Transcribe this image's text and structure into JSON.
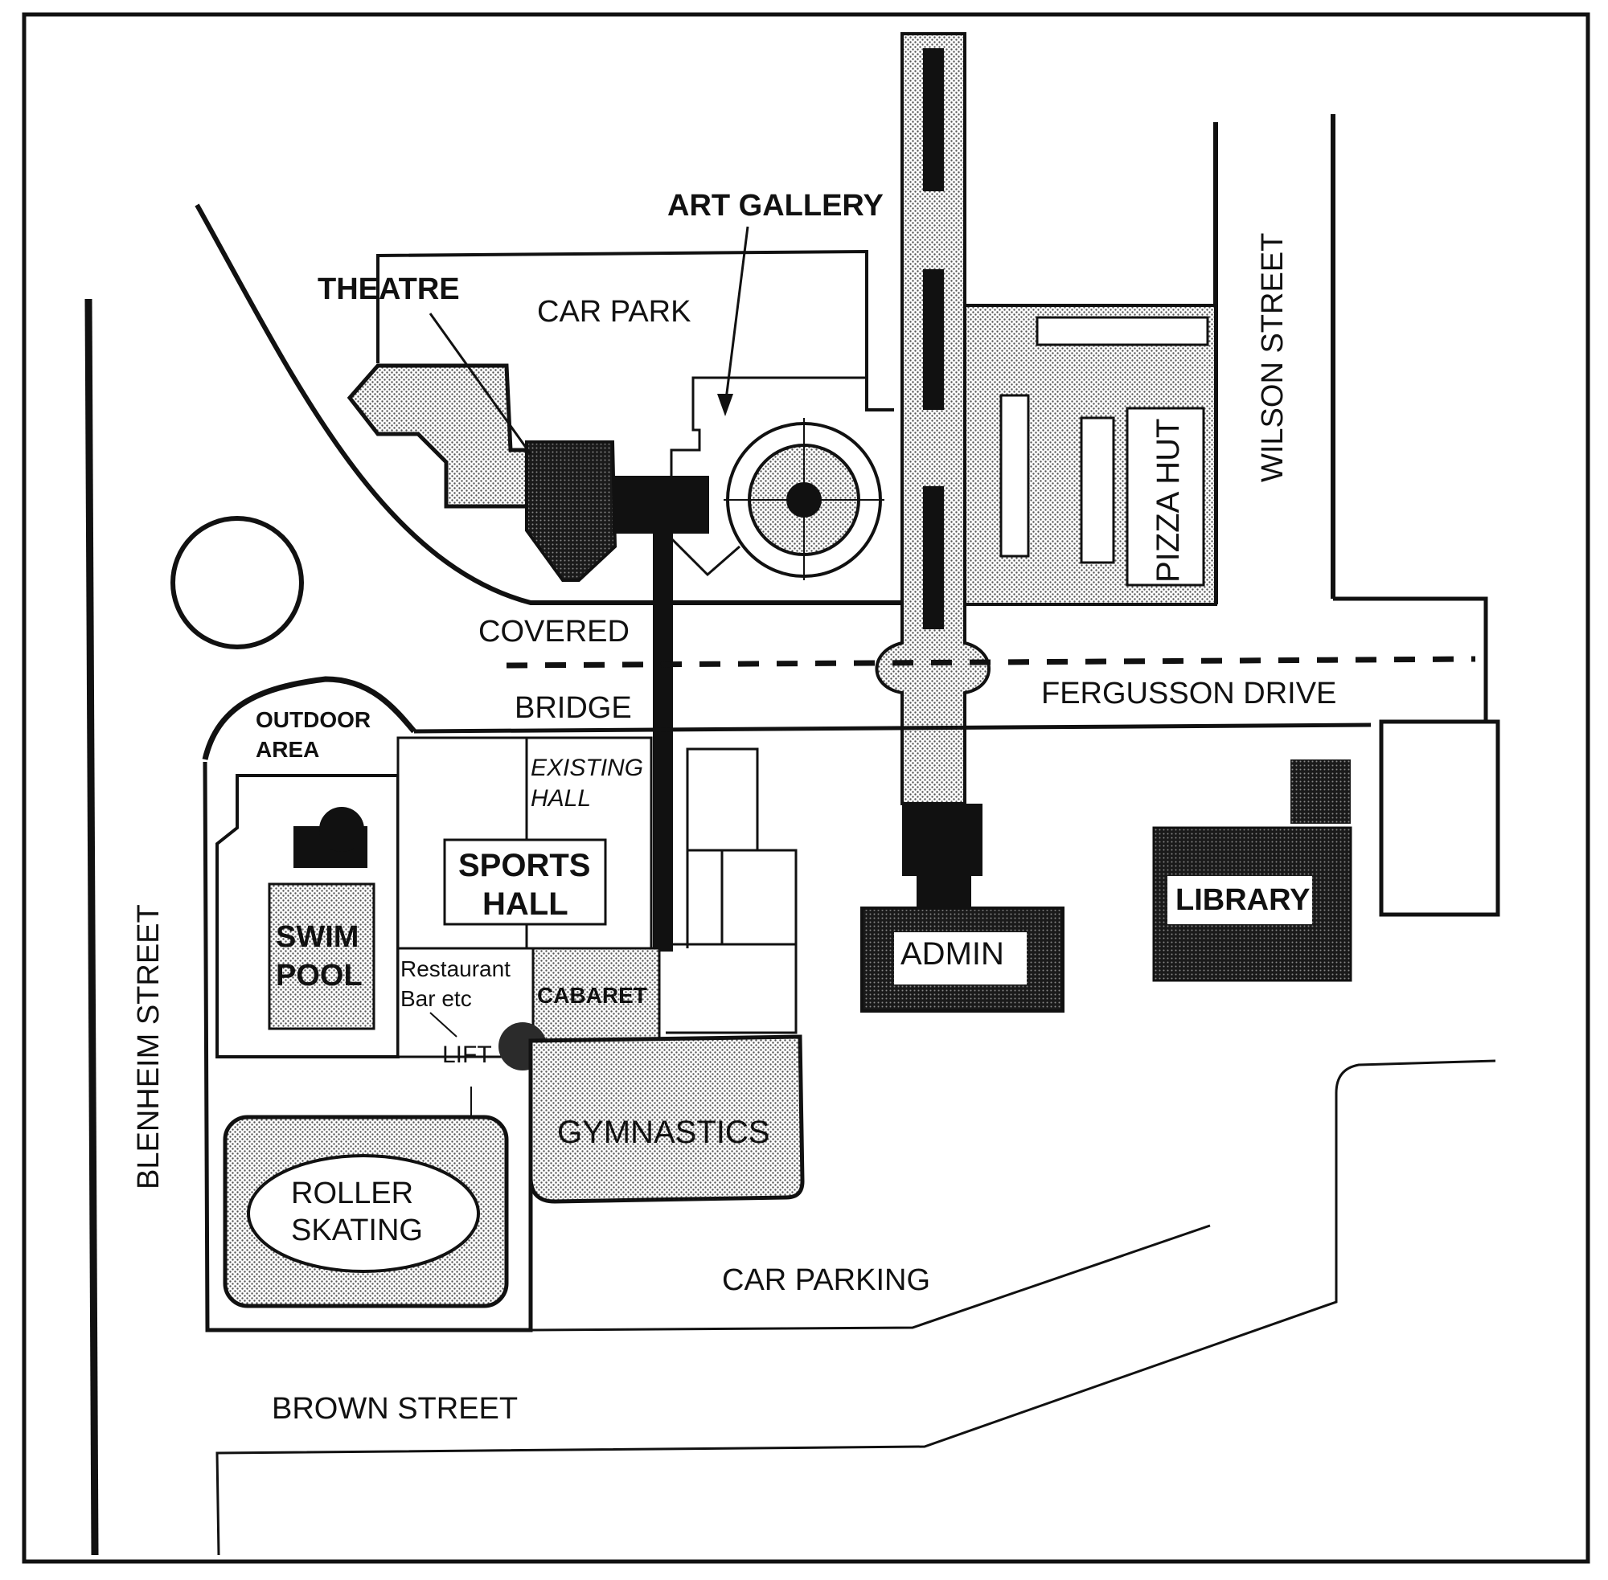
{
  "colors": {
    "ink": "#111111",
    "dot_fill": "#c9c9c9",
    "dark_dot": "#3a3a3a",
    "paper": "#ffffff"
  },
  "labels": {
    "art_gallery": "ART GALLERY",
    "theatre": "THEATRE",
    "car_park": "CAR PARK",
    "wilson_street": "WILSON STREET",
    "pizza_hut": "PIZZA HUT",
    "covered": "COVERED",
    "bridge": "BRIDGE",
    "fergusson_drive": "FERGUSSON DRIVE",
    "outdoor_area_1": "OUTDOOR",
    "outdoor_area_2": "AREA",
    "existing_hall_1": "EXISTING",
    "existing_hall_2": "HALL",
    "sports_hall_1": "SPORTS",
    "sports_hall_2": "HALL",
    "swim_pool_1": "SWIM",
    "swim_pool_2": "POOL",
    "restaurant_1": "Restaurant",
    "restaurant_2": "Bar etc",
    "cabaret": "CABARET",
    "lift": "LIFT",
    "admin": "ADMIN",
    "library": "LIBRARY",
    "blenheim_street": "BLENHEIM STREET",
    "gymnastics": "GYMNASTICS",
    "roller_skating_1": "ROLLER",
    "roller_skating_2": "SKATING",
    "car_parking": "CAR PARKING",
    "brown_street": "BROWN STREET"
  }
}
